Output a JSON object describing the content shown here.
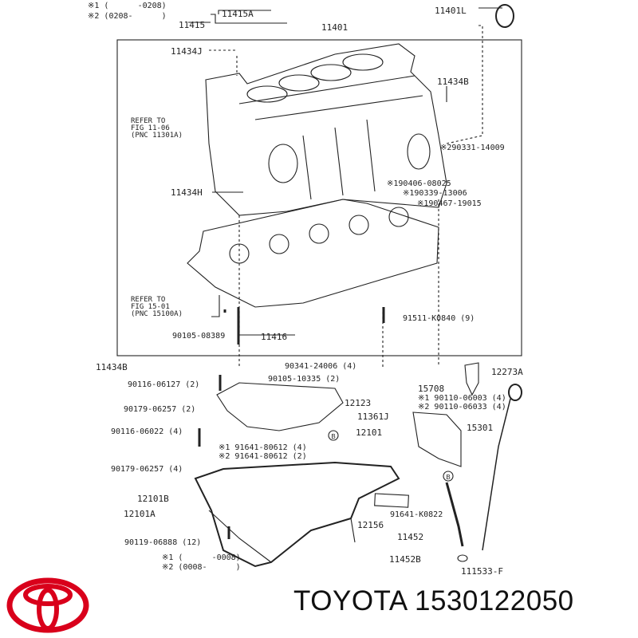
{
  "diagram": {
    "labels": [
      {
        "id": "note1-top",
        "text": "※1 (      -0208)"
      },
      {
        "id": "note2-top",
        "text": "※2 (0208-      )"
      },
      {
        "id": "p11415A",
        "text": "11415A"
      },
      {
        "id": "p11415",
        "text": "11415"
      },
      {
        "id": "p11401",
        "text": "11401"
      },
      {
        "id": "p11401L",
        "text": "11401L"
      },
      {
        "id": "p11434J",
        "text": "11434J"
      },
      {
        "id": "p11434B-top",
        "text": "11434B"
      },
      {
        "id": "refer1",
        "text": "REFER TO\nFIG 11-06\n(PNC 11301A)"
      },
      {
        "id": "p290331",
        "text": "※290331-14009"
      },
      {
        "id": "p190406",
        "text": "※190406-08025"
      },
      {
        "id": "p190339",
        "text": "※190339-13006"
      },
      {
        "id": "p190467",
        "text": "※190467-19015"
      },
      {
        "id": "p11434H",
        "text": "11434H"
      },
      {
        "id": "refer2",
        "text": "REFER TO\nFIG 15-01\n(PNC 15100A)"
      },
      {
        "id": "p90105-08389",
        "text": "90105-08389"
      },
      {
        "id": "p11416",
        "text": "11416"
      },
      {
        "id": "p91511",
        "text": "91511-K0840 (9)"
      },
      {
        "id": "p11434B-bottom",
        "text": "11434B"
      },
      {
        "id": "p90341",
        "text": "90341-24006 (4)"
      },
      {
        "id": "p90105-10335",
        "text": "90105-10335 (2)"
      },
      {
        "id": "p12273A",
        "text": "12273A"
      },
      {
        "id": "p15708",
        "text": "15708"
      },
      {
        "id": "p90110-1",
        "text": "※1 90110-06003 (4)"
      },
      {
        "id": "p90110-2",
        "text": "※2 90110-06033 (4)"
      },
      {
        "id": "p90116-06127",
        "text": "90116-06127 (2)"
      },
      {
        "id": "p12123",
        "text": "12123"
      },
      {
        "id": "p11361J",
        "text": "11361J"
      },
      {
        "id": "p15301",
        "text": "15301"
      },
      {
        "id": "p90179-2",
        "text": "90179-06257 (2)"
      },
      {
        "id": "p12101",
        "text": "12101"
      },
      {
        "id": "p90116-06022",
        "text": "90116-06022 (4)"
      },
      {
        "id": "p91641-1",
        "text": "※1 91641-80612 (4)"
      },
      {
        "id": "p91641-2",
        "text": "※2 91641-80612 (2)"
      },
      {
        "id": "p90179-4",
        "text": "90179-06257 (4)"
      },
      {
        "id": "p12101B",
        "text": "12101B"
      },
      {
        "id": "p12101A",
        "text": "12101A"
      },
      {
        "id": "p12156",
        "text": "12156"
      },
      {
        "id": "p91641-K0822",
        "text": "91641-K0822"
      },
      {
        "id": "p90119",
        "text": "90119-06888 (12)"
      },
      {
        "id": "p11452",
        "text": "11452"
      },
      {
        "id": "p11452B",
        "text": "11452B"
      },
      {
        "id": "p111533",
        "text": "111533-F"
      },
      {
        "id": "note1-bottom",
        "text": "※1 (      -0008)"
      },
      {
        "id": "note2-bottom",
        "text": "※2 (0008-      )"
      }
    ],
    "callout_B": "B"
  },
  "brand": {
    "name": "TOYOTA",
    "part_number": "1530122050",
    "logo_color": "#d9001b"
  }
}
